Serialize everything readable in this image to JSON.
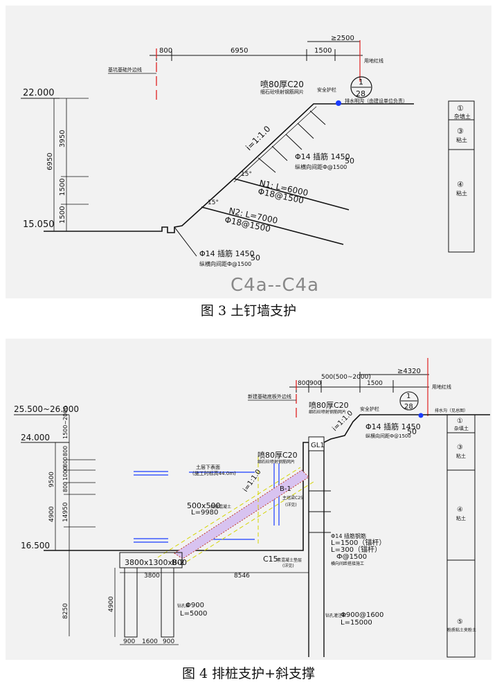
{
  "figure3": {
    "caption": "图 3  土钉墙支护",
    "section_label": "C4a--C4a",
    "dims_top": [
      "800",
      "6950",
      "1500",
      "≥2500"
    ],
    "elev_top": "22.000",
    "elev_bottom": "15.050",
    "dims_left": [
      "3950",
      "1500",
      "1500"
    ],
    "dim_total": "6950",
    "label_boundary": "基坑基础外边线",
    "label_building": "用地红线",
    "label_surface": "喷80厚C20",
    "label_surface_sub": "细石砼喷射钢筋网片",
    "label_safety": "安全护栏",
    "label_drain": "排水明沟（由建设单位负责）",
    "callout": {
      "top": "1",
      "bottom": "28"
    },
    "slope_ratio": "i=1:1.0",
    "angle1": "15°",
    "angle2": "15°",
    "nail1": {
      "name": "N1: L=6000",
      "spec": "Φ18@1500"
    },
    "nail2": {
      "name": "N2: L=7000",
      "spec": "Φ18@1500"
    },
    "bar_upper": {
      "spec": "Φ14 插筋  1450",
      "tail": "50",
      "note": "纵横向间距Ф@1500"
    },
    "bar_lower": {
      "spec": "Φ14 插筋  1450",
      "tail": "50",
      "note": "纵横向间距Ф@1500"
    },
    "soil_layers": [
      {
        "num": "①",
        "name": "杂填土"
      },
      {
        "num": "③",
        "name": "粘土"
      },
      {
        "num": "④",
        "name": "粘土"
      }
    ]
  },
  "figure4": {
    "caption": "图 4  排桩支护+斜支撑",
    "dims_top": [
      "800",
      "900",
      "500(500~2000)",
      "1500",
      "≥4320"
    ],
    "elev_top": "25.500~26.000",
    "elev_mid": "24.000",
    "elev_bottom": "16.500",
    "dims_left": [
      "1500~2000",
      "800",
      "800",
      "1000",
      "800",
      "9500",
      "4900",
      "14950",
      "8250"
    ],
    "label_boundary": "新建基础底板外边线",
    "label_building": "用地红线",
    "label_surface": "喷80厚C20",
    "label_surface_sub": "细石砼喷射钢筋网片",
    "label_safety": "安全护栏",
    "label_drain": "排水沟（见总图）",
    "callout": {
      "top": "1",
      "bottom": "28"
    },
    "slope_ratio": "i=1:1.0",
    "bar_spec": {
      "spec": "Φ14 插筋  1450",
      "tail": "50",
      "note": "纵横向间距Ф@1500"
    },
    "label_surface2": "喷80厚C20",
    "label_surface2_sub": "细石砼喷射钢筋网片",
    "slope_ratio2": "i=1:1.0",
    "label_base": "土层下表面",
    "label_base_elev": "(施工时标高44.0m)",
    "strut": {
      "size": "500x500",
      "spec": "斜撑混凝土",
      "length": "L=9980"
    },
    "beam_label": "GL1",
    "section_mark": "B-1",
    "waler": {
      "label": "主冠梁C25",
      "sub": "(详见)"
    },
    "anchor": {
      "spec": "Φ14 插筋钢筋",
      "l1": "L=1500（锚杆）",
      "l2": "L=300（锚杆）",
      "pitch": "Ф@1500",
      "note": "横向间距搭接施工"
    },
    "cap_beam": "3800x1300x800",
    "cap_mark": "B-2",
    "c15": "C15",
    "c15_sub": "素混凝土垫层",
    "c15_sub2": "(详见)",
    "dims_bottom": [
      "3800",
      "8546"
    ],
    "pile_left": {
      "size": "Φ900",
      "length": "L=5000",
      "label": "钻孔桩"
    },
    "pile_main": {
      "size": "Φ900@1600",
      "length": "L=15000",
      "label": "钻孔灌注桩"
    },
    "pile_spacing": [
      "900",
      "1600",
      "900"
    ],
    "pile_depth": "4900",
    "soil_layers": [
      {
        "num": "①",
        "name": "杂填土"
      },
      {
        "num": "③",
        "name": "粘土"
      },
      {
        "num": "④",
        "name": "粘土"
      },
      {
        "num": "⑤",
        "name": "粉质粘土夹粉土"
      }
    ],
    "colors": {
      "strut_fill": "#d8c3f0",
      "dashed": "#d4d400",
      "water": "#1a3cff",
      "axis": "#e02020"
    }
  }
}
